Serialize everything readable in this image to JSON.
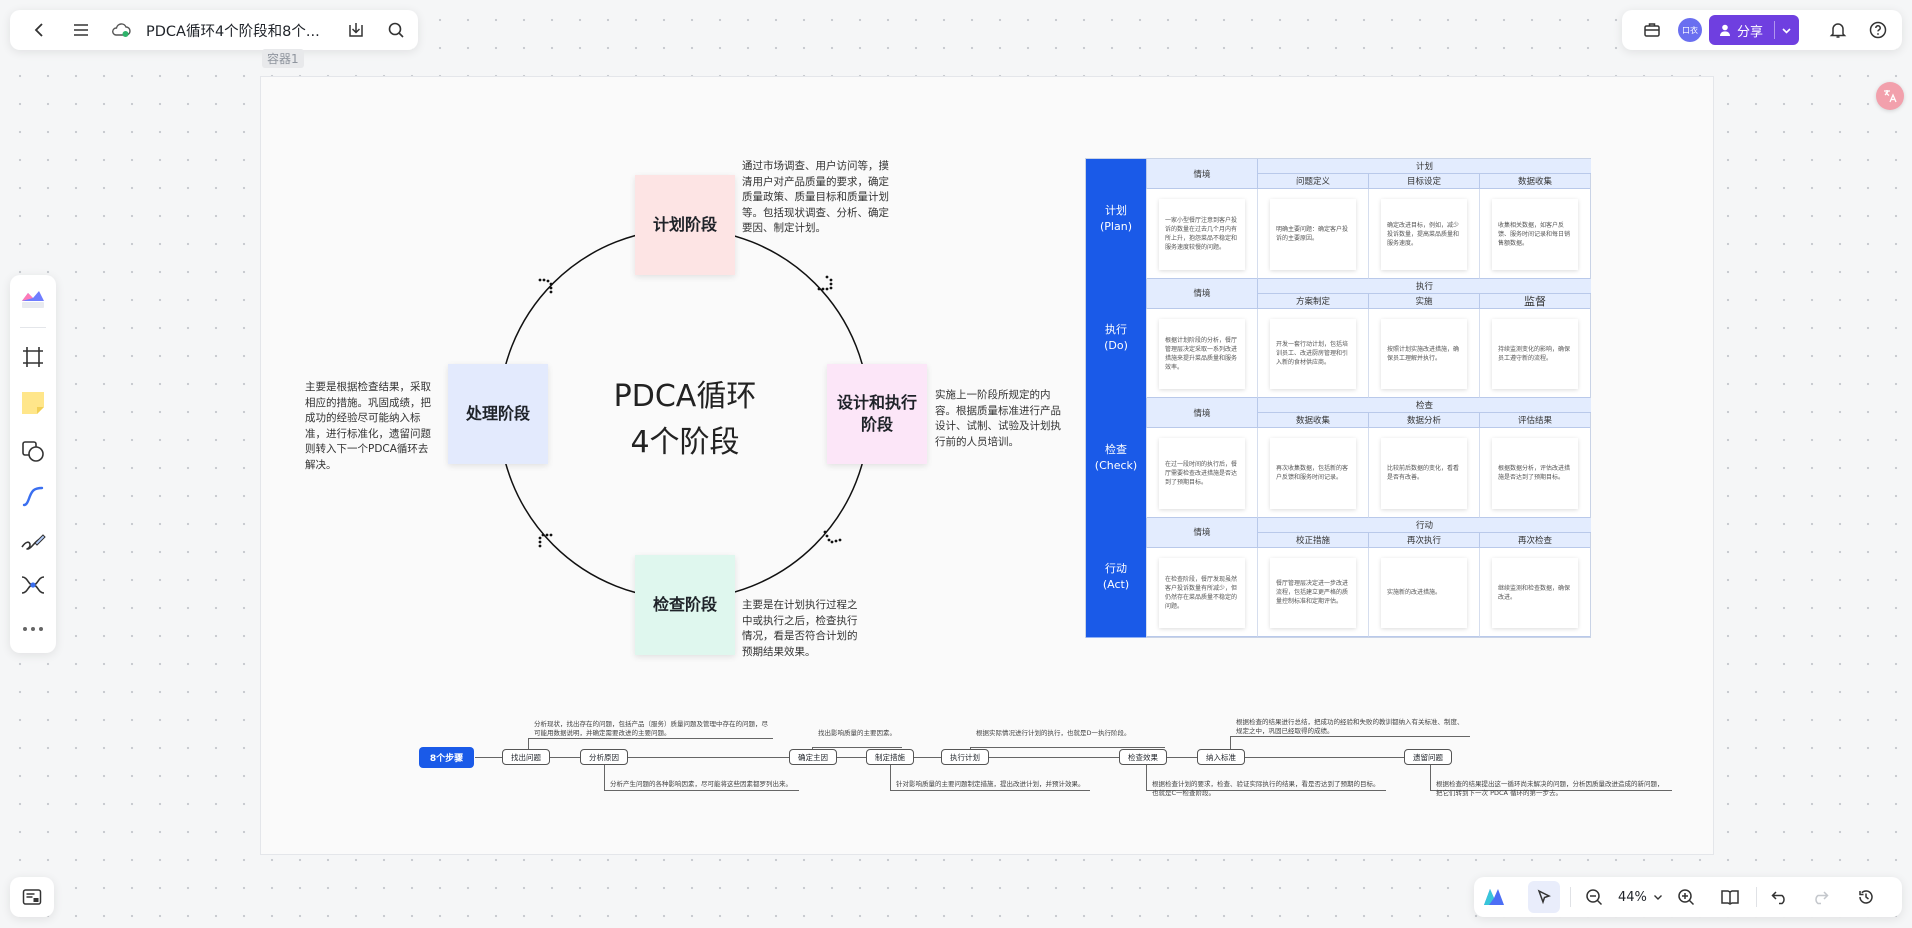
{
  "window": {
    "doc_title": "PDCA循环4个阶段和8个...",
    "container_label": "容器1"
  },
  "toolbar": {
    "back_icon": "chevron-left-icon",
    "menu_icon": "hamburger-menu-icon",
    "cloud_icon": "cloud-synced-icon",
    "download_icon": "download-icon",
    "search_icon": "search-icon",
    "briefcase_icon": "briefcase-icon",
    "user_avatar": "口衣",
    "share_label": "分享",
    "bell_icon": "bell-icon",
    "help_icon": "help-icon",
    "translate_icon": "translate-icon"
  },
  "left_tools": [
    "templates-icon",
    "frame-icon",
    "sticky-note-icon",
    "shape-icon",
    "connector-icon",
    "pen-icon",
    "mindmap-icon",
    "more-icon"
  ],
  "bottom_bar": {
    "zoom": "44%",
    "minimap_icon": "minimap-icon"
  },
  "board": {
    "center_title_line1": "PDCA循环",
    "center_title_line2": "4个阶段",
    "stages": {
      "plan": "计划阶段",
      "do": "设计和执行阶段",
      "check": "检查阶段",
      "act": "处理阶段"
    },
    "stage_desc": {
      "plan": "通过市场调查、用户访问等，摸清用户对产品质量的要求，确定质量政策、质量目标和质量计划等。包括现状调查、分析、确定要因、制定计划。",
      "do": "实施上一阶段所规定的内容。根据质量标准进行产品设计、试制、试验及计划执行前的人员培训。",
      "check": "主要是在计划执行过程之中或执行之后，检查执行情况，看是否符合计划的预期结果效果。",
      "act": "主要是根据检查结果，采取相应的措施。巩固成绩，把成功的经验尽可能纳入标准，进行标准化，遗留问题则转入下一个PDCA循环去解决。"
    },
    "colors": {
      "plan": "#fde4e4",
      "do": "#fce6f8",
      "check": "#dff7ee",
      "act": "#e3eafd",
      "accent": "#1a5ae8",
      "share": "#6f3fe0"
    }
  },
  "table": {
    "rows": [
      {
        "head": "计划",
        "sub": "(Plan)",
        "situation": "情境",
        "group": "计划",
        "cols": [
          "问题定义",
          "目标设定",
          "数据收集"
        ],
        "notes": [
          "一家小型餐厅注意到客户投诉的数量在过去几个月内有所上升，抱怨菜品不稳定和服务速度较慢的问题。",
          "明确主要问题：确定客户投诉的主要原因。",
          "确定改进目标，例如，减少投诉数量，提高菜品质量和服务速度。",
          "收集相关数据，如客户反馈、服务时间记录和每日销售额数据。"
        ]
      },
      {
        "head": "执行",
        "sub": "(Do)",
        "situation": "情境",
        "group": "执行",
        "cols": [
          "方案制定",
          "实施",
          "监督"
        ],
        "notes": [
          "根据计划阶段的分析，餐厅管理层决定采取一系列改进措施来提升菜品质量和服务效率。",
          "开发一套行动计划，包括培训员工、改进厨房管理和引入新的食材供应商。",
          "按照计划实施改进措施，确保员工理解并执行。",
          "持续监测变化的影响，确保员工遵守新的流程。"
        ]
      },
      {
        "head": "检查",
        "sub": "(Check)",
        "situation": "情境",
        "group": "检查",
        "cols": [
          "数据收集",
          "数据分析",
          "评估结果"
        ],
        "notes": [
          "在过一段时间的执行后，餐厅需要检查改进措施是否达到了预期目标。",
          "再次收集数据，包括新的客户反馈和服务时间记录。",
          "比较前后数据的变化，看看是否有改善。",
          "根据数据分析，评估改进措施是否达到了预期目标。"
        ]
      },
      {
        "head": "行动",
        "sub": "(Act)",
        "situation": "情境",
        "group": "行动",
        "cols": [
          "校正措施",
          "再次执行",
          "再次检查"
        ],
        "notes": [
          "在检查阶段，餐厅发现虽然客户投诉数量有所减少，但仍然存在菜品质量不稳定的问题。",
          "餐厅管理层决定进一步改进流程，包括建立更严格的质量控制标准和定期评估。",
          "实施新的改进措施。",
          "继续监测和检查数据，确保改进。"
        ]
      }
    ]
  },
  "fishbone": {
    "start_label": "8个步骤",
    "steps": [
      "找出问题",
      "分析原因",
      "确定主因",
      "制定措施",
      "执行计划",
      "检查效果",
      "纳入标准",
      "遗留问题"
    ],
    "notes_top": [
      "分析现状，找出存在的问题，包括产品（服务）质量问题及管理中存在的问题，尽可能用数据说明，并确定需要改进的主要问题。",
      "找出影响质量的主要因素。",
      "根据实际情况进行计划的执行，也就是D一执行阶段。",
      "根据检查的结果进行总结，把成功的经验和失败的教训都纳入有关标准、制度、规定之中，巩固已经取得的成绩。"
    ],
    "notes_bottom": [
      "分析产生问题的各种影响因素，尽可能将这些因素都罗列出来。",
      "针对影响质量的主要问题制定措施，提出改进计划，并预计效果。",
      "根据检查计划的要求，检查、验证实际执行的结果，看是否达到了预期的目标。也就是C一检查阶段。",
      "根据检查的结果提出这一循环尚未解决的问题，分析因质量改进造成的新问题，把它们转到下一次 PDCA 循环的第一步去。"
    ]
  }
}
